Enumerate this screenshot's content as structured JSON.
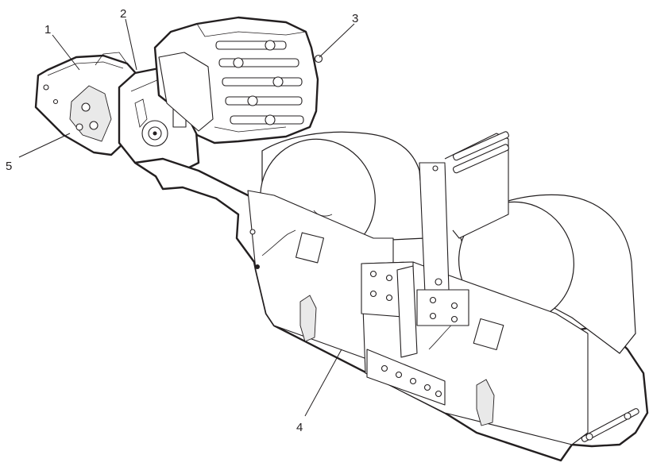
{
  "diagram": {
    "line_color": "#231f20",
    "background": "#ffffff",
    "callouts": [
      {
        "id": "c1",
        "label": "1"
      },
      {
        "id": "c2",
        "label": "2"
      },
      {
        "id": "c3",
        "label": "3"
      },
      {
        "id": "c4",
        "label": "4"
      },
      {
        "id": "c5",
        "label": "5"
      }
    ]
  }
}
